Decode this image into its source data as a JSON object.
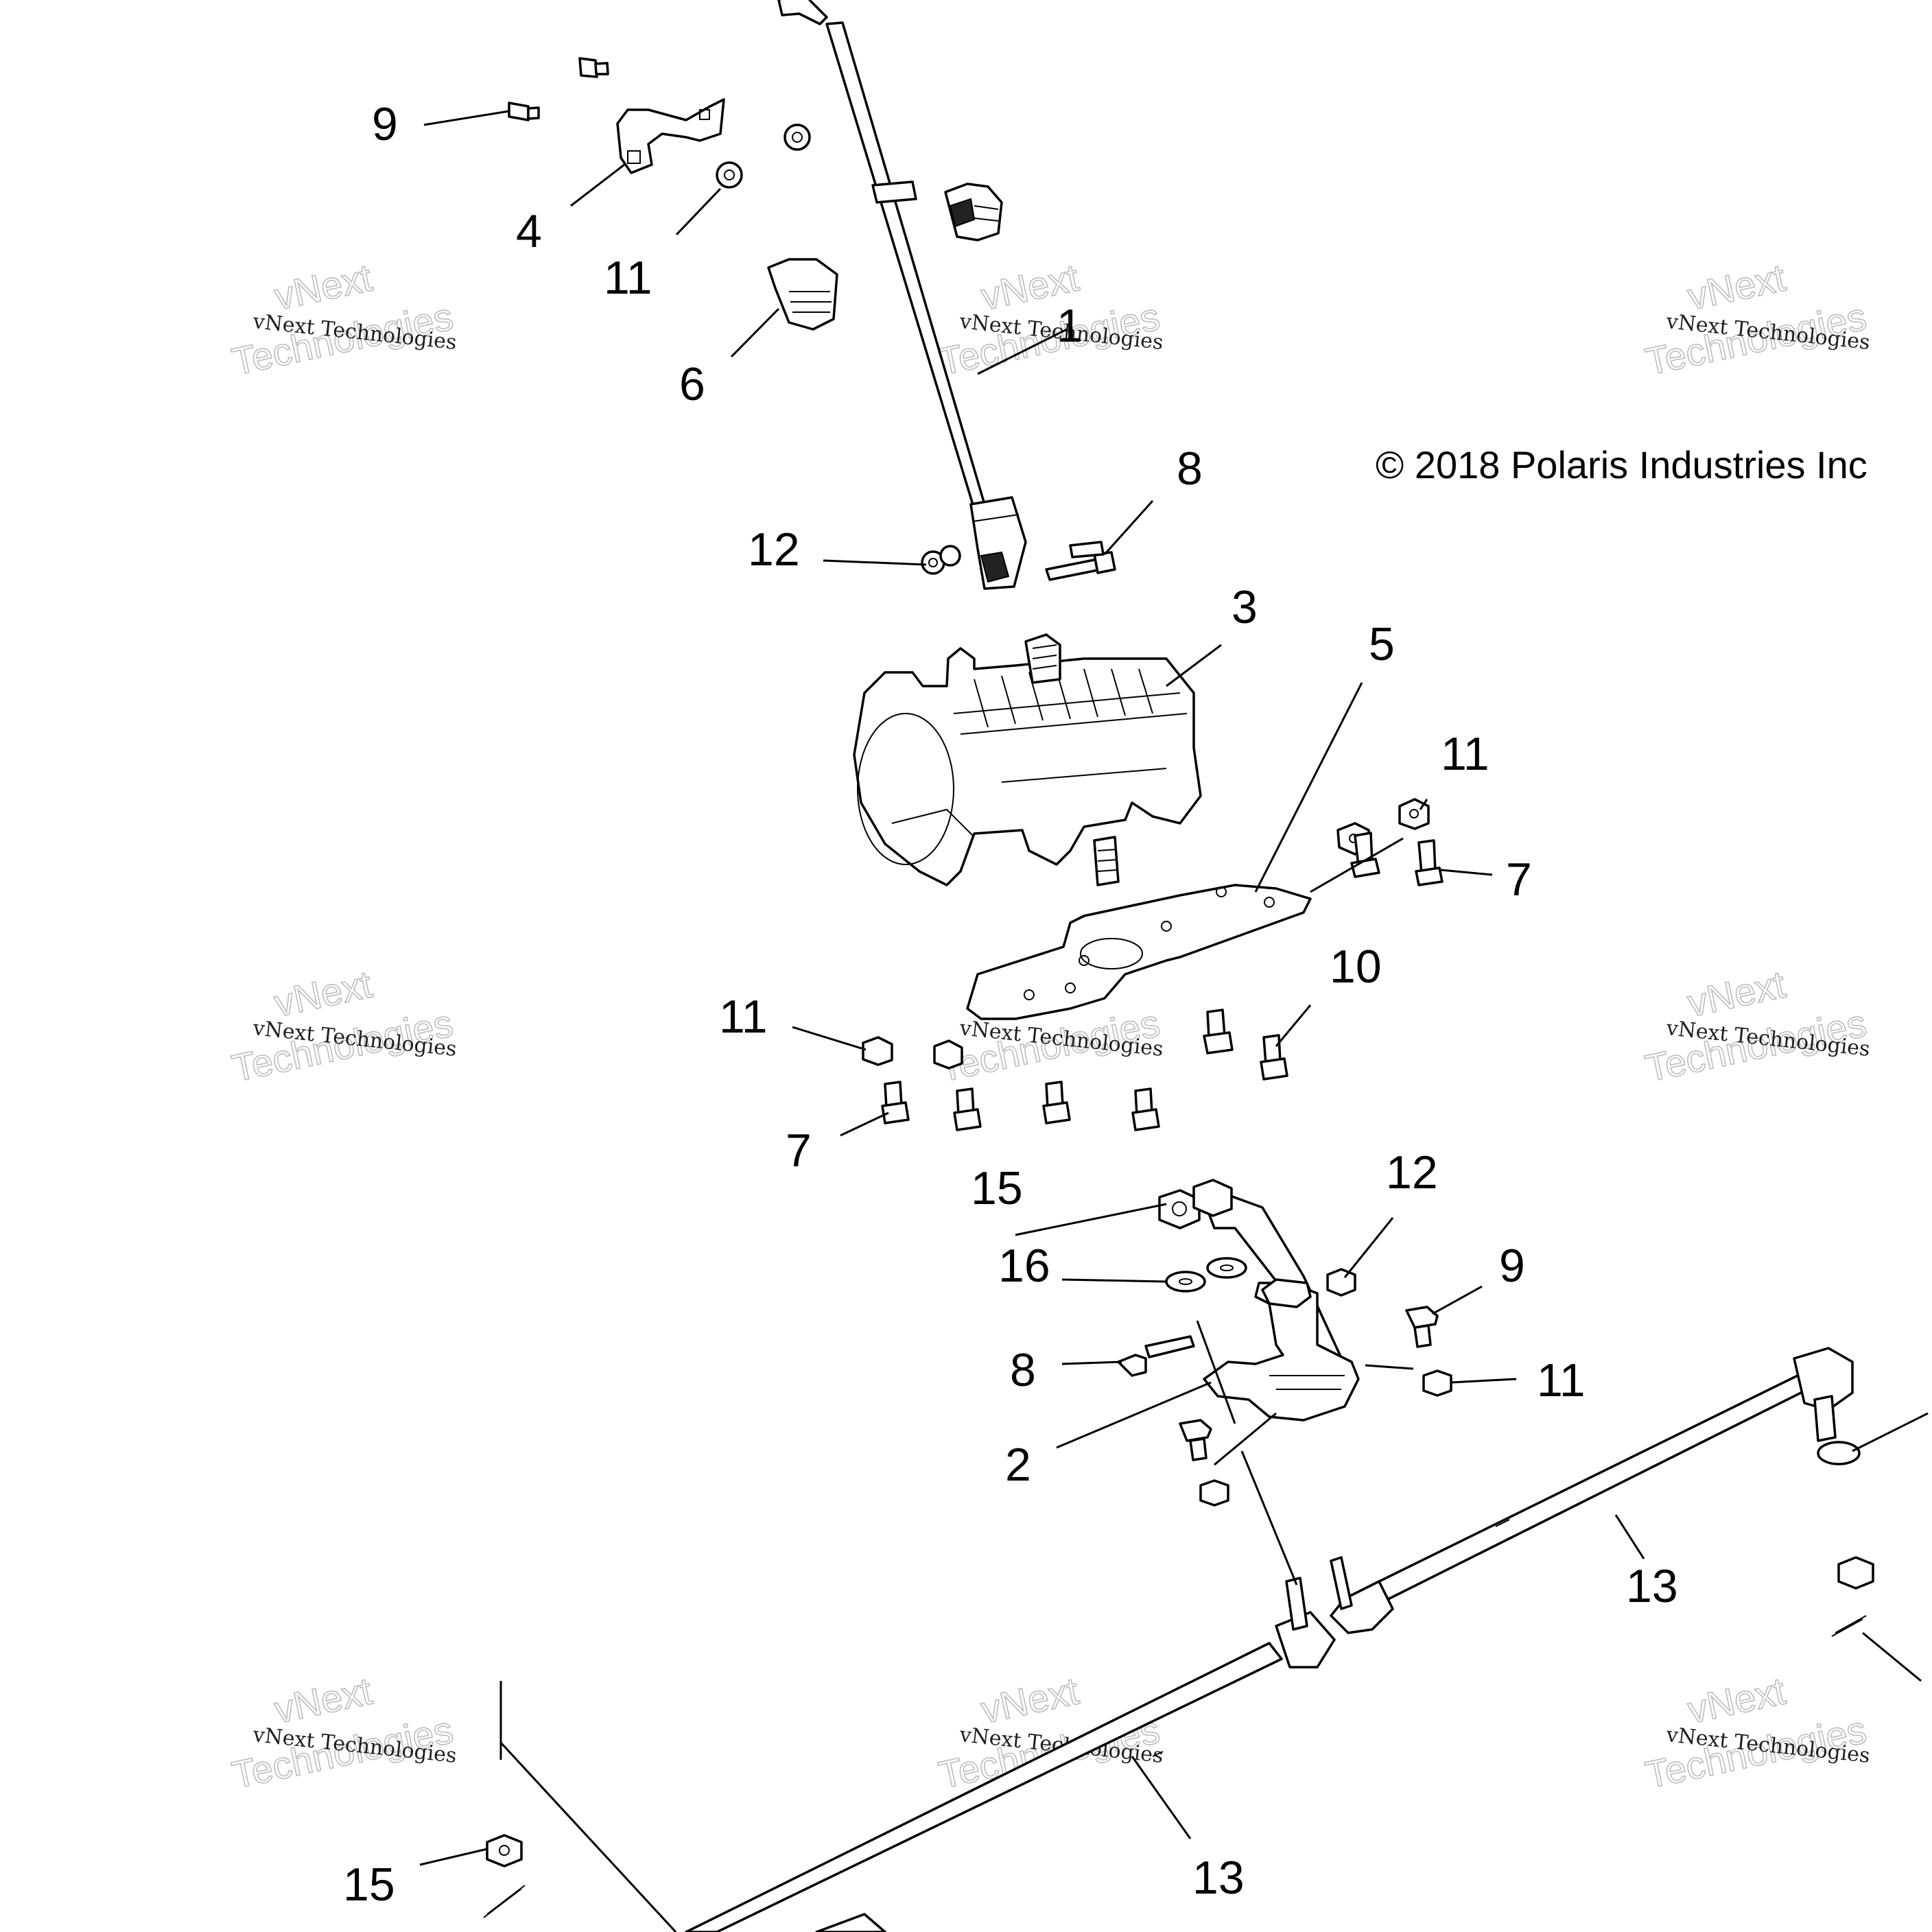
{
  "copyright": "© 2018 Polaris Industries Inc",
  "watermark": {
    "line1": "vNext Technologies",
    "outline_top": "vNext",
    "outline_bottom": "Technologies"
  },
  "callouts": [
    {
      "id": "c9a",
      "label": "9"
    },
    {
      "id": "c4",
      "label": "4"
    },
    {
      "id": "c11a",
      "label": "11"
    },
    {
      "id": "c6",
      "label": "6"
    },
    {
      "id": "c1",
      "label": "1"
    },
    {
      "id": "c8a",
      "label": "8"
    },
    {
      "id": "c12a",
      "label": "12"
    },
    {
      "id": "c3",
      "label": "3"
    },
    {
      "id": "c5",
      "label": "5"
    },
    {
      "id": "c11b",
      "label": "11"
    },
    {
      "id": "c7a",
      "label": "7"
    },
    {
      "id": "c10",
      "label": "10"
    },
    {
      "id": "c11c",
      "label": "11"
    },
    {
      "id": "c7b",
      "label": "7"
    },
    {
      "id": "c15a",
      "label": "15"
    },
    {
      "id": "c12b",
      "label": "12"
    },
    {
      "id": "c16",
      "label": "16"
    },
    {
      "id": "c9b",
      "label": "9"
    },
    {
      "id": "c8b",
      "label": "8"
    },
    {
      "id": "c11d",
      "label": "11"
    },
    {
      "id": "c2",
      "label": "2"
    },
    {
      "id": "c13a",
      "label": "13"
    },
    {
      "id": "c15b",
      "label": "15"
    },
    {
      "id": "c13b",
      "label": "13"
    }
  ]
}
